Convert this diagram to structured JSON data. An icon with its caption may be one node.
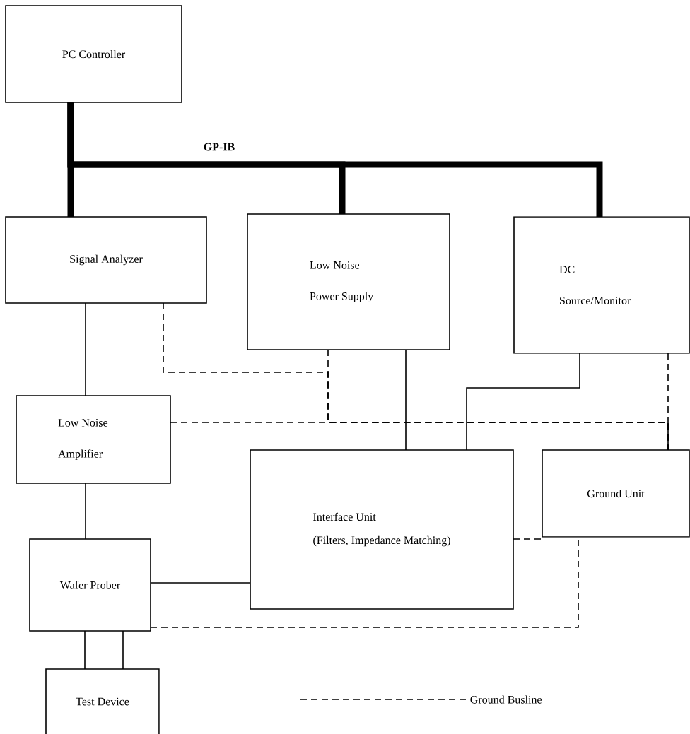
{
  "diagram": {
    "nodes": [
      {
        "text": [
          "PC Controller"
        ]
      },
      {
        "text": [
          "Signal Analyzer"
        ]
      },
      {
        "text": [
          "Low Noise Power Supply"
        ]
      },
      {
        "text": [
          "DC Source/Monitor"
        ]
      },
      {
        "text": [
          "Low Noise Amplifier"
        ]
      },
      {
        "text": [
          "Interface Unit",
          "(Filters, Impedance Matching)"
        ]
      },
      {
        "text": [
          "Ground Unit"
        ]
      },
      {
        "text": [
          "Wafer Prober"
        ]
      },
      {
        "text": [
          "Test Device"
        ]
      }
    ],
    "edges": [
      {
        "from": 0,
        "to": 1,
        "arrow": "none",
        "style": "thick"
      },
      {
        "from": 0,
        "to": 2,
        "arrow": "none",
        "style": "thick"
      },
      {
        "from": 0,
        "to": 3,
        "arrow": "none",
        "style": "thick"
      },
      {
        "from": 1,
        "to": 4,
        "arrow": "none"
      },
      {
        "from": 2,
        "to": 5,
        "arrow": "none"
      },
      {
        "from": 3,
        "to": 5,
        "arrow": "none"
      },
      {
        "from": 4,
        "to": 7,
        "arrow": "none"
      },
      {
        "from": 7,
        "to": 5,
        "arrow": "none"
      },
      {
        "from": 7,
        "to": 8,
        "arrow": "none"
      },
      {
        "from": 7,
        "to": 8,
        "arrow": "none"
      },
      {
        "from": 1,
        "to": 6,
        "arrow": "none",
        "style": "dashed"
      },
      {
        "from": 2,
        "to": 6,
        "arrow": "none",
        "style": "dashed"
      },
      {
        "from": 4,
        "to": 6,
        "arrow": "none",
        "style": "dashed"
      },
      {
        "from": 3,
        "to": 6,
        "arrow": "none",
        "style": "dashed"
      },
      {
        "from": 5,
        "to": 6,
        "arrow": "none",
        "style": "dashed"
      },
      {
        "from": 7,
        "to": 6,
        "arrow": "none",
        "style": "dashed"
      }
    ],
    "labels": [
      "GP-IB"
    ],
    "legend": [
      {
        "text": "Ground Busline"
      }
    ]
  }
}
